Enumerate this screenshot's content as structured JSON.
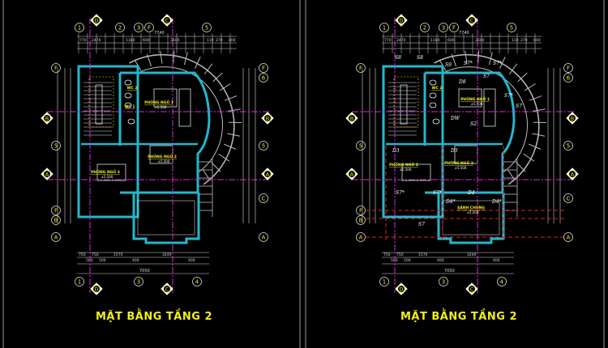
{
  "colors": {
    "background": "#000000",
    "wall": "#22b8cc",
    "grid_axis": "#d22cd8",
    "dimension": "#d8d8d8",
    "label": "#f2ee1a",
    "red_axis": "#e02020",
    "frame": "#9a9a9a"
  },
  "plans": [
    {
      "title": "MẶT BẰNG TẦNG 2",
      "grid_top": [
        "1",
        "2",
        "3",
        "F",
        "5"
      ],
      "grid_diamonds": [
        "D",
        "C"
      ],
      "grid_bottom": [
        "1",
        "3",
        "4"
      ],
      "grid_side_left": [
        "F",
        "5",
        "F",
        "B",
        "A"
      ],
      "grid_side_right": [
        "F",
        "6",
        "5",
        "C",
        "A"
      ],
      "axis_diamonds": [
        "B",
        "A"
      ],
      "overall_top": "7740",
      "dims_top": [
        "770",
        "2470",
        "1180",
        "600",
        "3600",
        "110",
        "270",
        "800"
      ],
      "dims_bottom": [
        "750",
        "500",
        "750",
        "500",
        "1570",
        "400",
        "3240",
        "400"
      ],
      "overall_bottom": "7050",
      "rooms": [
        {
          "name": "PHÒNG NGỦ 1",
          "level": "±5.500"
        },
        {
          "name": "PHÒNG NGỦ 2",
          "level": "±5.500"
        },
        {
          "name": "PHÒNG NGỦ 3",
          "level": "±5.500"
        },
        {
          "name": "WC 2",
          "level": ""
        },
        {
          "name": "WC 1",
          "level": ""
        }
      ],
      "tags": []
    },
    {
      "title": "MẶT BẰNG TẦNG 2",
      "grid_top": [
        "1",
        "2",
        "3",
        "F",
        "5"
      ],
      "grid_diamonds": [
        "D",
        "C"
      ],
      "grid_bottom": [
        "1",
        "3",
        "4"
      ],
      "grid_side_left": [
        "F",
        "5",
        "F",
        "B",
        "A"
      ],
      "grid_side_right": [
        "F",
        "6",
        "5",
        "C",
        "A"
      ],
      "axis_diamonds": [
        "B",
        "A"
      ],
      "overall_top": "7740",
      "dims_top": [
        "770",
        "2470",
        "1180",
        "600",
        "3600",
        "110",
        "270",
        "800"
      ],
      "dims_bottom": [
        "750",
        "500",
        "750",
        "500",
        "1570",
        "400",
        "3240",
        "400"
      ],
      "overall_bottom": "7050",
      "rooms": [
        {
          "name": "PHÒNG NGỦ 1",
          "level": "±5.500"
        },
        {
          "name": "PHÒNG NGỦ 2",
          "level": "±5.500"
        },
        {
          "name": "PHÒNG NGỦ 3",
          "level": "±5.500"
        },
        {
          "name": "SẢNH CHUNG",
          "level": "±5.450"
        },
        {
          "name": "WC 2",
          "level": ""
        }
      ],
      "tags": [
        "S8",
        "S8",
        "S9",
        "S7*",
        "S7*",
        "S7",
        "D8",
        "S7*",
        "S7",
        "DW",
        "D3",
        "D3",
        "S7*",
        "S7*",
        "D4",
        "D4*",
        "D4*",
        "S7",
        "S2"
      ]
    }
  ]
}
